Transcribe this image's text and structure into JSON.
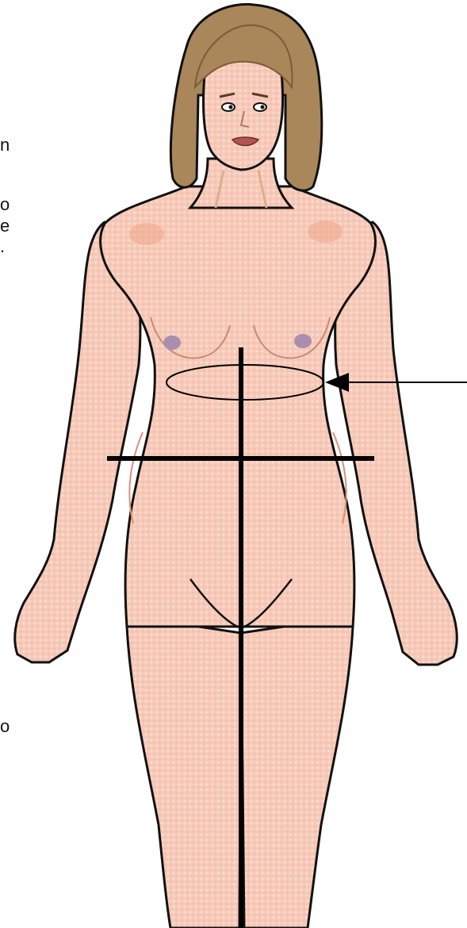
{
  "text_fragments": [
    {
      "text": "n"
    },
    {
      "text": "o"
    },
    {
      "text": "e"
    },
    {
      "text": "."
    },
    {
      "text": "o"
    }
  ],
  "colors": {
    "skin": "#f7c9b8",
    "skin_speckle": "#fbe2d6",
    "skin_shade": "#eea58a",
    "outline": "#111111",
    "hair": "#a9875a",
    "hair_dark": "#7a5c36",
    "nipple": "#a88fae",
    "lips": "#b0554f",
    "guide_line": "#000000",
    "background": "#ffffff"
  },
  "icons": {
    "pointer_arrow": "arrow-left-icon",
    "highlight": "ellipse-highlight"
  }
}
